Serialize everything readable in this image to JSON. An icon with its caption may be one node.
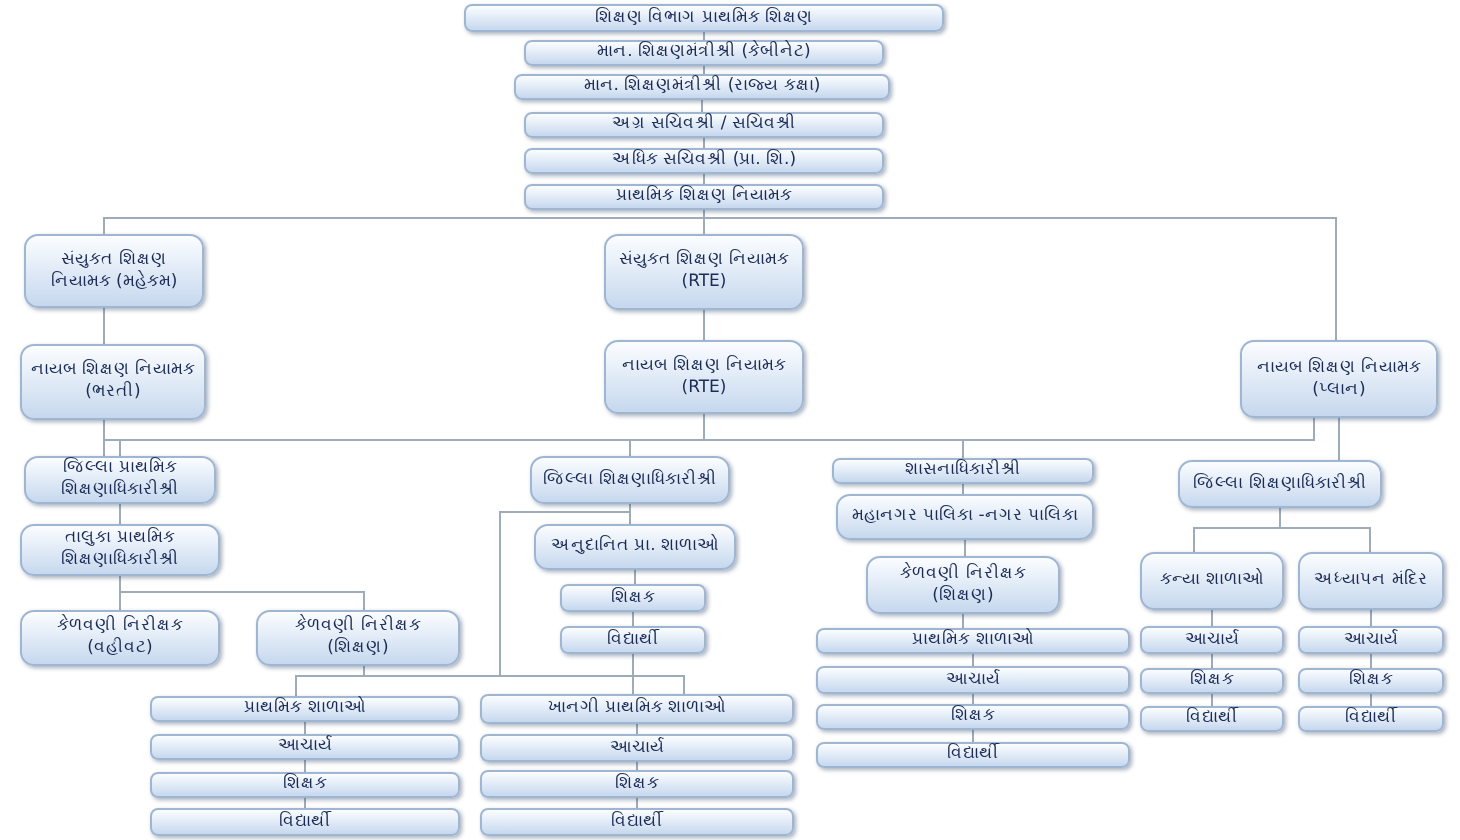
{
  "diagram": {
    "nodes": [
      {
        "text": [
          "શિક્ષણ વિભાગ પ્રાથમિક શિક્ષણ"
        ]
      },
      {
        "text": [
          "માન. શિક્ષણમંત્રીશ્રી (કેબીનેટ)"
        ]
      },
      {
        "text": [
          "માન. શિક્ષણમંત્રીશ્રી (રાજ્ય કક્ષા)"
        ]
      },
      {
        "text": [
          "અગ્ર સચિવશ્રી / સચિવશ્રી"
        ]
      },
      {
        "text": [
          "અધિક સચિવશ્રી (પ્રા. શિ.)"
        ]
      },
      {
        "text": [
          "પ્રાથમિક શિક્ષણ નિયામક"
        ]
      },
      {
        "text": [
          "સંયુક્ત શિક્ષણ નિયામક (મહેકમ)"
        ]
      },
      {
        "text": [
          "સંયુક્ત શિક્ષણ નિયામક (RTE)"
        ]
      },
      {
        "text": [
          "નાયબ શિક્ષણ નિયામક (ભરતી)"
        ]
      },
      {
        "text": [
          "નાયબ શિક્ષણ નિયામક (RTE)"
        ]
      },
      {
        "text": [
          "નાયબ શિક્ષણ નિયામક (પ્લાન)"
        ]
      },
      {
        "text": [
          "જિલ્લા પ્રાથમિક શિક્ષણાધિકારીશ્રી"
        ]
      },
      {
        "text": [
          "જિલ્લા શિક્ષણાધિકારીશ્રી"
        ]
      },
      {
        "text": [
          "શાસનાધિકારીશ્રી"
        ]
      },
      {
        "text": [
          "જિલ્લા શિક્ષણાધિકારીશ્રી"
        ]
      },
      {
        "text": [
          "તાલુકા પ્રાથમિક શિક્ષણાધિકારીશ્રી"
        ]
      },
      {
        "text": [
          "અનુદાનિત પ્રા. શાળાઓ"
        ]
      },
      {
        "text": [
          "મહાનગર પાલિકા -નગર પાલિકા"
        ]
      },
      {
        "text": [
          "કન્યા શાળાઓ"
        ]
      },
      {
        "text": [
          "અધ્યાપન મંદિર"
        ]
      },
      {
        "text": [
          "કેળવણી નિરીક્ષક (વહીવટ)"
        ]
      },
      {
        "text": [
          "કેળવણી નિરીક્ષક (શિક્ષણ)"
        ]
      },
      {
        "text": [
          "કેળવણી નિરીક્ષક (શિક્ષણ)"
        ]
      },
      {
        "text": [
          "શિક્ષક"
        ]
      },
      {
        "text": [
          "વિદ્યાર્થી"
        ]
      },
      {
        "text": [
          "પ્રાથમિક શાળાઓ"
        ]
      },
      {
        "text": [
          "આચાર્ય"
        ]
      },
      {
        "text": [
          "આચાર્ય"
        ]
      },
      {
        "text": [
          "આચાર્ય"
        ]
      },
      {
        "text": [
          "શિક્ષક"
        ]
      },
      {
        "text": [
          "શિક્ષક"
        ]
      },
      {
        "text": [
          "પ્રાથમિક શાળાઓ"
        ]
      },
      {
        "text": [
          "ખાનગી પ્રાથમિક શાળાઓ"
        ]
      },
      {
        "text": [
          "શિક્ષક"
        ]
      },
      {
        "text": [
          "વિદ્યાર્થી"
        ]
      },
      {
        "text": [
          "વિદ્યાર્થી"
        ]
      },
      {
        "text": [
          "આચાર્ય"
        ]
      },
      {
        "text": [
          "આચાર્ય"
        ]
      },
      {
        "text": [
          "વિદ્યાર્થી"
        ]
      },
      {
        "text": [
          "શિક્ષક"
        ]
      },
      {
        "text": [
          "શિક્ષક"
        ]
      },
      {
        "text": [
          "વિદ્યાર્થી"
        ]
      },
      {
        "text": [
          "વિદ્યાર્થી"
        ]
      }
    ],
    "edges": [
      {
        "from": 0,
        "to": 1,
        "arrow": "none"
      },
      {
        "from": 1,
        "to": 2,
        "arrow": "none"
      },
      {
        "from": 2,
        "to": 3,
        "arrow": "none"
      },
      {
        "from": 3,
        "to": 4,
        "arrow": "none"
      },
      {
        "from": 4,
        "to": 5,
        "arrow": "none"
      },
      {
        "from": 5,
        "to": 6,
        "arrow": "none"
      },
      {
        "from": 5,
        "to": 7,
        "arrow": "none"
      },
      {
        "from": 5,
        "to": 10,
        "arrow": "none"
      },
      {
        "from": 6,
        "to": 8,
        "arrow": "none"
      },
      {
        "from": 7,
        "to": 9,
        "arrow": "none"
      },
      {
        "from": 8,
        "to": 11,
        "arrow": "none"
      },
      {
        "from": 8,
        "to": 12,
        "arrow": "none"
      },
      {
        "from": 8,
        "to": 13,
        "arrow": "none"
      },
      {
        "from": 9,
        "to": 11,
        "arrow": "none"
      },
      {
        "from": 9,
        "to": 12,
        "arrow": "none"
      },
      {
        "from": 9,
        "to": 13,
        "arrow": "none"
      },
      {
        "from": 10,
        "to": 11,
        "arrow": "none"
      },
      {
        "from": 10,
        "to": 12,
        "arrow": "none"
      },
      {
        "from": 10,
        "to": 13,
        "arrow": "none"
      },
      {
        "from": 10,
        "to": 14,
        "arrow": "none"
      },
      {
        "from": 11,
        "to": 15,
        "arrow": "none"
      },
      {
        "from": 12,
        "to": 16,
        "arrow": "none"
      },
      {
        "from": 13,
        "to": 17,
        "arrow": "none"
      },
      {
        "from": 14,
        "to": 18,
        "arrow": "none"
      },
      {
        "from": 14,
        "to": 19,
        "arrow": "none"
      },
      {
        "from": 15,
        "to": 20,
        "arrow": "none"
      },
      {
        "from": 15,
        "to": 21,
        "arrow": "none"
      },
      {
        "from": 17,
        "to": 22,
        "arrow": "none"
      },
      {
        "from": 16,
        "to": 23,
        "arrow": "none"
      },
      {
        "from": 23,
        "to": 24,
        "arrow": "none"
      },
      {
        "from": 22,
        "to": 25,
        "arrow": "none"
      },
      {
        "from": 18,
        "to": 26,
        "arrow": "none"
      },
      {
        "from": 19,
        "to": 27,
        "arrow": "none"
      },
      {
        "from": 25,
        "to": 28,
        "arrow": "none"
      },
      {
        "from": 26,
        "to": 29,
        "arrow": "none"
      },
      {
        "from": 27,
        "to": 30,
        "arrow": "none"
      },
      {
        "from": 21,
        "to": 31,
        "arrow": "none"
      },
      {
        "from": 21,
        "to": 32,
        "arrow": "none"
      },
      {
        "from": 12,
        "to": 31,
        "arrow": "none"
      },
      {
        "from": 12,
        "to": 32,
        "arrow": "none"
      },
      {
        "from": 28,
        "to": 33,
        "arrow": "none"
      },
      {
        "from": 29,
        "to": 34,
        "arrow": "none"
      },
      {
        "from": 30,
        "to": 35,
        "arrow": "none"
      },
      {
        "from": 31,
        "to": 36,
        "arrow": "none"
      },
      {
        "from": 32,
        "to": 37,
        "arrow": "none"
      },
      {
        "from": 33,
        "to": 38,
        "arrow": "none"
      },
      {
        "from": 36,
        "to": 39,
        "arrow": "none"
      },
      {
        "from": 37,
        "to": 40,
        "arrow": "none"
      },
      {
        "from": 39,
        "to": 41,
        "arrow": "none"
      },
      {
        "from": 40,
        "to": 42,
        "arrow": "none"
      },
      {
        "from": 24,
        "to": 32,
        "arrow": "none"
      }
    ]
  }
}
